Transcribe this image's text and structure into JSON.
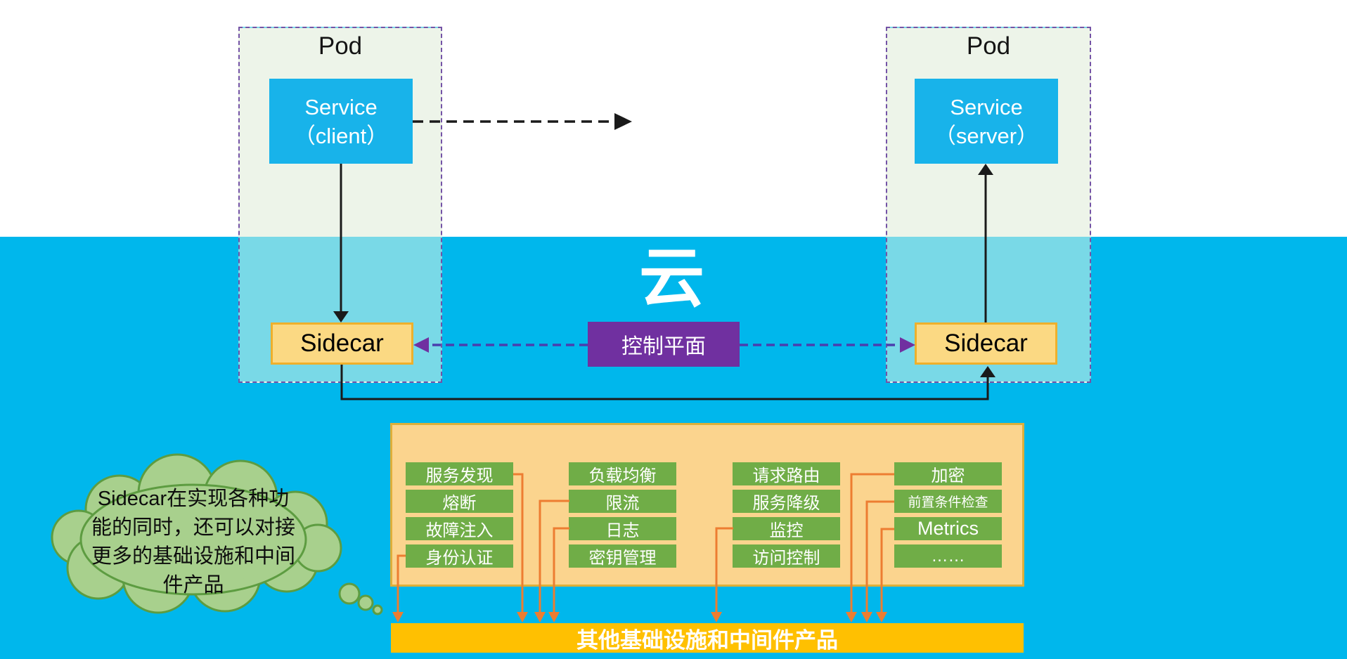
{
  "colors": {
    "background_top": "#ffffff",
    "background_cloud_band": "#00b7ec",
    "pod_fill_top": "#edf4e9",
    "pod_fill_over_blue": "#79d9e7",
    "pod_border": "#7453a6",
    "service_box": "#18b3ea",
    "sidecar_fill": "#fbd983",
    "sidecar_border": "#eeb02c",
    "control_plane_fill": "#7030a0",
    "control_link_line": "#4a3fae",
    "panel_fill": "#fbd48e",
    "panel_border": "#ddaf3a",
    "feature_button": "#70ad47",
    "connector_orange": "#ed7d31",
    "bottom_bar": "#ffc001",
    "cloud_bubble_fill": "#a8d08d",
    "cloud_bubble_stroke": "#5d9c41"
  },
  "pods": {
    "left": "Pod",
    "right": "Pod"
  },
  "services": {
    "client_line1": "Service",
    "client_line2": "（client）",
    "server_line1": "Service",
    "server_line2": "（server）"
  },
  "sidecars": {
    "left": "Sidecar",
    "right": "Sidecar"
  },
  "cloud_char": "云",
  "control_plane_label": "控制平面",
  "panel": {
    "columns": [
      {
        "items": [
          "服务发现",
          "熔断",
          "故障注入",
          "身份认证"
        ]
      },
      {
        "items": [
          "负载均衡",
          "限流",
          "日志",
          "密钥管理"
        ]
      },
      {
        "items": [
          "请求路由",
          "服务降级",
          "监控",
          "访问控制"
        ]
      },
      {
        "items": [
          "加密",
          "前置条件检查",
          "Metrics",
          "……"
        ]
      }
    ]
  },
  "bottom_bar_label": "其他基础设施和中间件产品",
  "bubble": {
    "lines": [
      "Sidecar在实现各种功",
      "能的同时，还可以对接",
      "更多的基础设施和中间",
      "件产品"
    ]
  }
}
